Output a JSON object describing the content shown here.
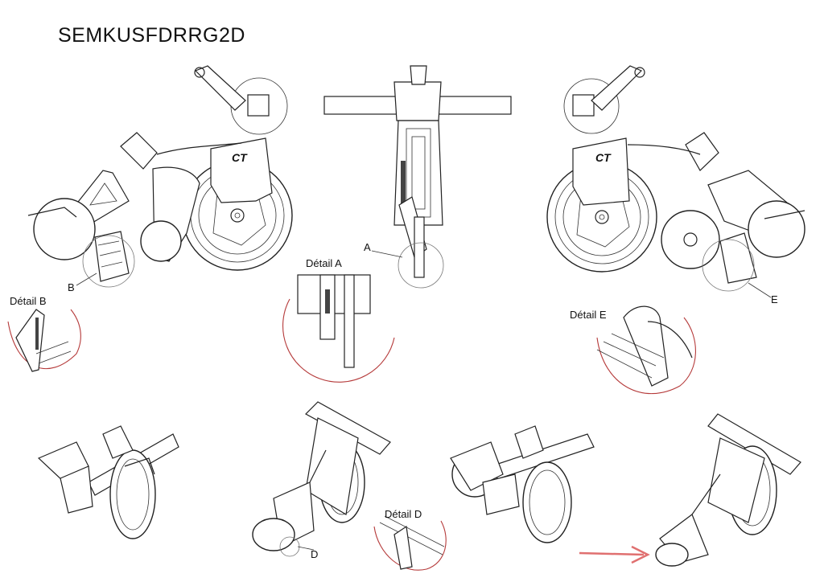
{
  "title": "SEMKUSFDRRG2D",
  "labels": {
    "a": "A",
    "b": "B",
    "d": "D",
    "e": "E"
  },
  "details": {
    "a": "Détail A",
    "b": "Détail B",
    "d": "Détail D",
    "e": "Détail E"
  },
  "logo_text": "CT",
  "colors": {
    "line": "#222222",
    "detail_circle": "#b53a3a",
    "arrow": "#e07070"
  }
}
